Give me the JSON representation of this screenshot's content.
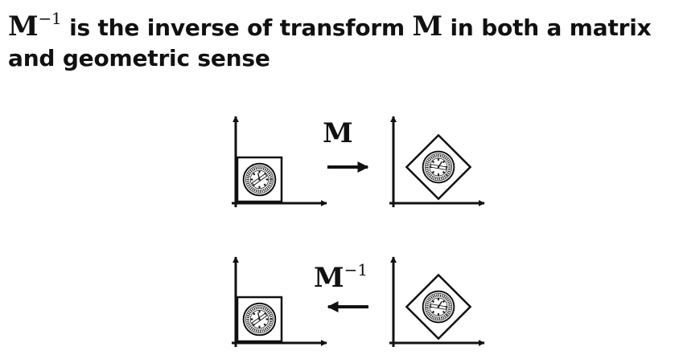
{
  "title": {
    "m_inverse": "M",
    "m_inverse_exponent": "−1",
    "text_part1": " is the inverse of transform ",
    "m": "M",
    "text_part2": " in both a matrix and geometric sense"
  },
  "forward": {
    "label": "M",
    "arrow_direction": "right"
  },
  "backward": {
    "label": "M",
    "label_exponent": "−1",
    "arrow_direction": "left"
  },
  "colors": {
    "ink": "#111111",
    "frame_fill": "#ffffff"
  },
  "icons": {
    "clock": "clock-icon",
    "axes": "axes-icon"
  }
}
